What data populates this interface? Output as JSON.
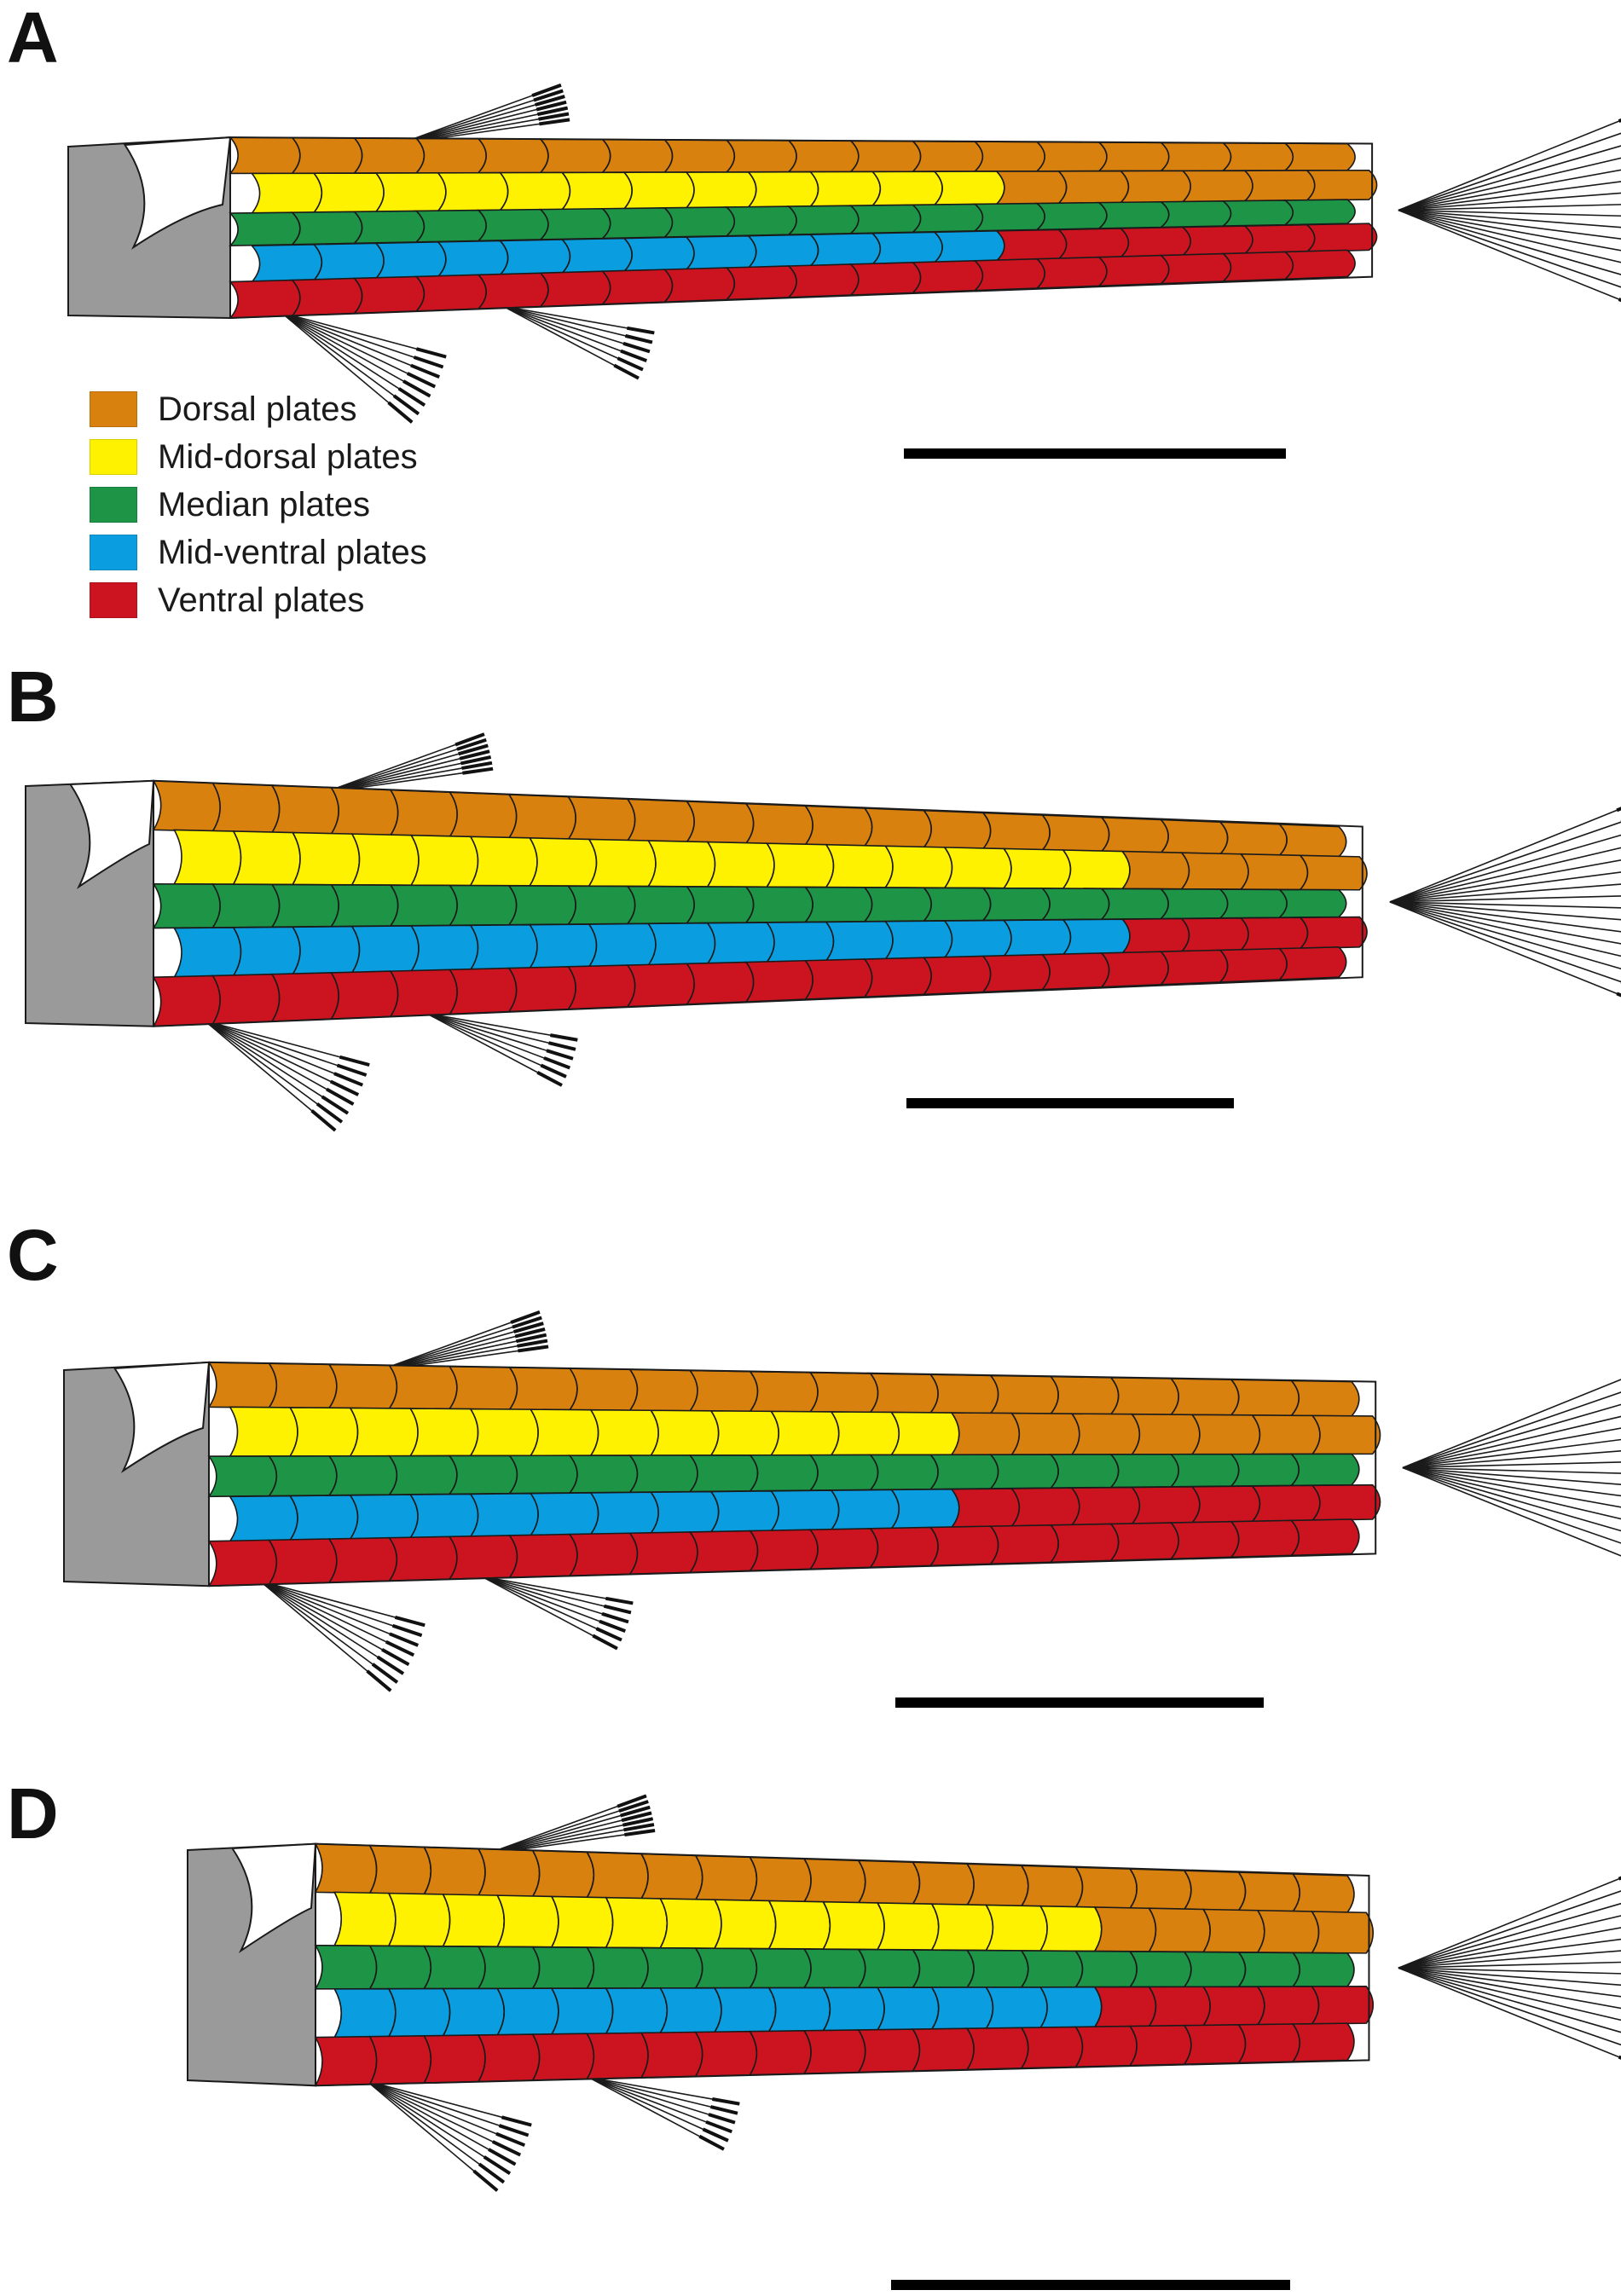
{
  "panels": [
    {
      "letter": "A"
    },
    {
      "letter": "B"
    },
    {
      "letter": "C"
    },
    {
      "letter": "D"
    }
  ],
  "legend": [
    {
      "label": "Dorsal plates",
      "color": "#d8810f"
    },
    {
      "label": "Mid-dorsal plates",
      "color": "#fff200"
    },
    {
      "label": "Median plates",
      "color": "#1e9447"
    },
    {
      "label": "Mid-ventral plates",
      "color": "#0a9ee0"
    },
    {
      "label": "Ventral plates",
      "color": "#cc1420"
    }
  ],
  "colors": {
    "head": "#9a9a9a",
    "outline": "#1a1a1a",
    "fin_ray_tip": "#111111"
  }
}
